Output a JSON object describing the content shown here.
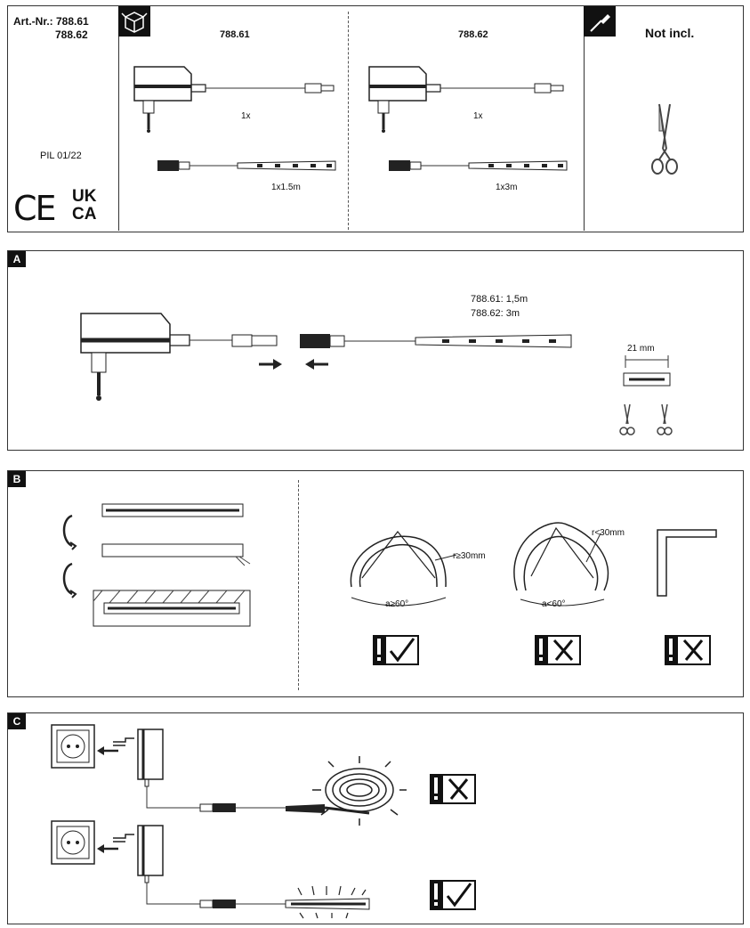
{
  "header": {
    "art_label": "Art.-Nr.: 788.61",
    "art_second": "788.62",
    "pil": "PIL 01/22",
    "ce": "CE",
    "ukca_top": "UK",
    "ukca_bottom": "CA",
    "model_a": "788.61",
    "model_b": "788.62",
    "qty_a_adapter": "1x",
    "qty_a_strip": "1x1.5m",
    "qty_b_adapter": "1x",
    "qty_b_strip": "1x3m",
    "not_included": "Not incl."
  },
  "section_a": {
    "badge": "A",
    "length_a": "788.61: 1,5m",
    "length_b": "788.62: 3m",
    "cut_width": "21 mm"
  },
  "section_b": {
    "badge": "B",
    "radius_ok": "r≥30mm",
    "angle_ok": "a≥60°",
    "radius_bad": "r<30mm",
    "angle_bad": "a<60°"
  },
  "section_c": {
    "badge": "C"
  },
  "icons": {
    "box": "package-icon",
    "tool": "screwdriver-icon",
    "scissors": "scissors-icon"
  }
}
